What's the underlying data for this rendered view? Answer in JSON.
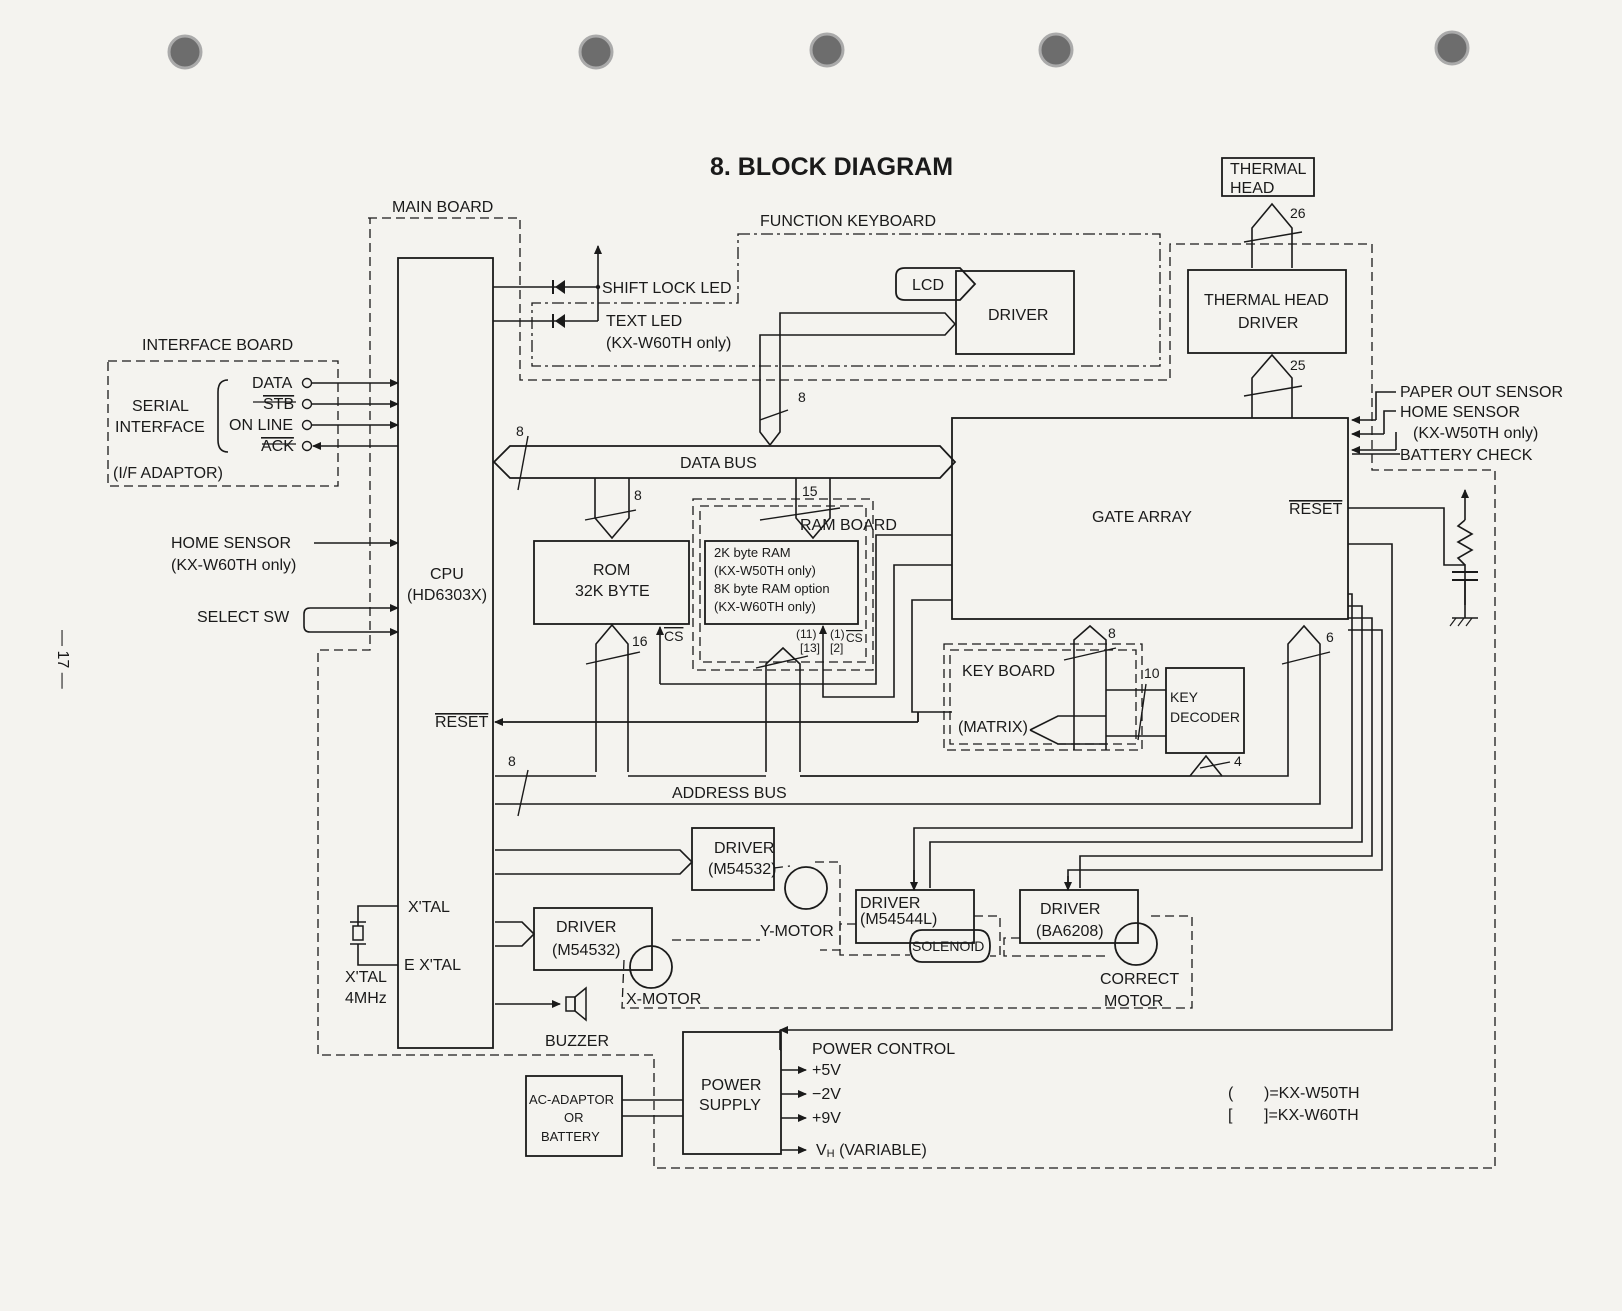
{
  "title": "8. BLOCK DIAGRAM",
  "page_number": "— 17 —",
  "boards": {
    "main": "MAIN BOARD",
    "interface": "INTERFACE BOARD",
    "function_keyboard": "FUNCTION KEYBOARD",
    "ram": "RAM BOARD",
    "key": "KEY BOARD",
    "key_matrix": "(MATRIX)"
  },
  "interface": {
    "serial": "SERIAL",
    "interface": "INTERFACE",
    "adaptor": "(I/F ADAPTOR)",
    "signals": [
      "DATA",
      "STB",
      "ON LINE",
      "ACK"
    ]
  },
  "cpu": {
    "name": "CPU",
    "part": "(HD6303X)",
    "reset": "RESET",
    "xtal": "X'TAL",
    "extal": "E  X'TAL"
  },
  "crystal": {
    "label": "X'TAL",
    "freq": "4MHz"
  },
  "inputs": {
    "home_sensor": "HOME SENSOR",
    "home_sensor_note": "(KX-W60TH only)",
    "select_sw": "SELECT SW"
  },
  "leds": {
    "shift": "SHIFT LOCK LED",
    "text": "TEXT LED",
    "text_note": "(KX-W60TH only)"
  },
  "lcd": {
    "lcd": "LCD",
    "driver": "DRIVER"
  },
  "buses": {
    "data": "DATA BUS",
    "address": "ADDRESS BUS"
  },
  "rom": {
    "name": "ROM",
    "size": "32K BYTE",
    "cs": "CS"
  },
  "ram": {
    "lines": [
      "2K byte RAM",
      "(KX-W50TH only)",
      "8K byte RAM option",
      "(KX-W60TH only)"
    ],
    "pins": [
      "(11)",
      "[13]",
      "(1)",
      "[2]"
    ],
    "cs": "CS"
  },
  "gate_array": {
    "name": "GATE ARRAY",
    "reset": "RESET"
  },
  "thermal": {
    "head": [
      "THERMAL",
      "HEAD"
    ],
    "driver": [
      "THERMAL HEAD",
      "DRIVER"
    ]
  },
  "sensors": [
    "PAPER OUT SENSOR",
    "HOME SENSOR",
    "(KX-W50TH only)",
    "BATTERY CHECK"
  ],
  "key_decoder": [
    "KEY",
    "DECODER"
  ],
  "bus_widths": [
    "8",
    "8",
    "8",
    "15",
    "16",
    "8",
    "10",
    "4",
    "6",
    "8",
    "25",
    "26"
  ],
  "y_driver": {
    "name": "DRIVER",
    "part": "(M54532)",
    "motor": "Y-MOTOR"
  },
  "x_driver": {
    "name": "DRIVER",
    "part": "(M54532)",
    "motor": "X-MOTOR"
  },
  "sol_driver": {
    "name": "DRIVER",
    "part": "(M54544L)",
    "solenoid": "SOLENOID"
  },
  "cor_driver": {
    "name": "DRIVER",
    "part": "(BA6208)",
    "motor1": "CORRECT",
    "motor2": "MOTOR"
  },
  "buzzer": "BUZZER",
  "power": {
    "supply": [
      "POWER",
      "SUPPLY"
    ],
    "source": [
      "AC-ADAPTOR",
      "OR",
      "BATTERY"
    ],
    "control": "POWER CONTROL",
    "outputs": [
      "+5V",
      "−2V",
      "+9V"
    ],
    "vh_sym": "V",
    "vh_sub": "H",
    "vh_rest": "  (VARIABLE)"
  },
  "legend": [
    {
      "bracket": "(",
      "model": ")=KX-W50TH"
    },
    {
      "bracket": "[",
      "model": "]=KX-W60TH"
    }
  ]
}
